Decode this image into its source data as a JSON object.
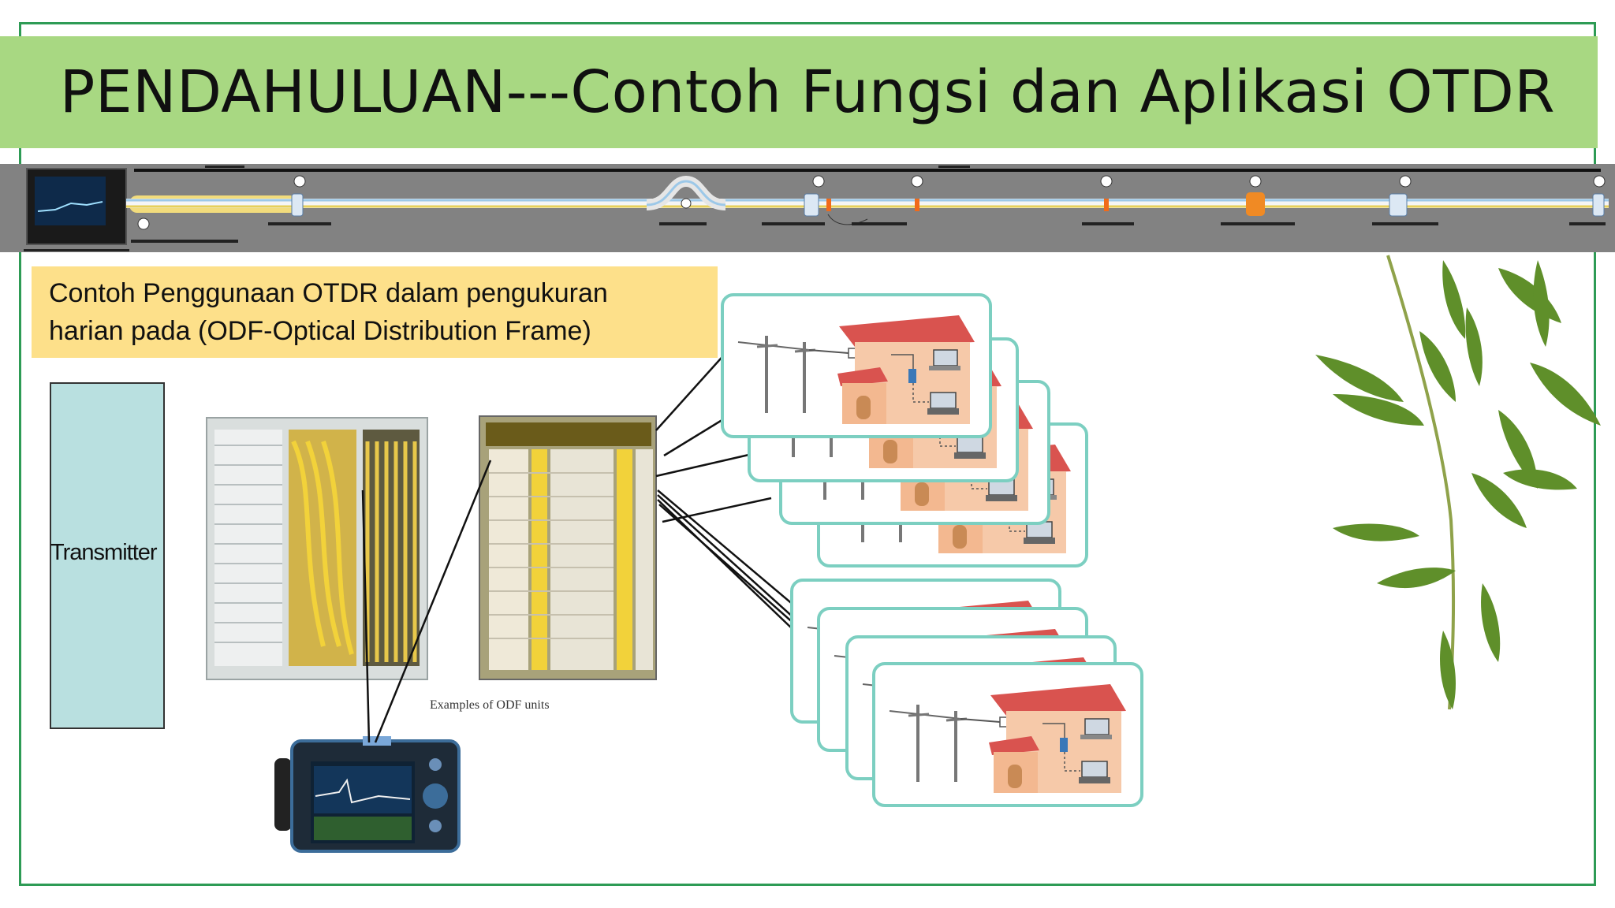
{
  "slide": {
    "title": "PENDAHULUAN---Contoh Fungsi dan Aplikasi OTDR",
    "note_lines": [
      "Contoh Penggunaan OTDR dalam pengukuran",
      "harian pada (ODF-Optical Distribution Frame)"
    ],
    "transmitter_label": "Transmitter",
    "odf_caption": "Examples of ODF units"
  },
  "colors": {
    "title_band": "#a8d882",
    "frame_border": "#2e9b55",
    "note_fill": "#fde08a",
    "transmitter_fill": "#b9e0e0",
    "fiber_yellow": "#e8c84a",
    "house_roof": "#d9534f",
    "house_wall": "#f6c9a9",
    "card_border": "#7ccfc1"
  },
  "icons": [
    "otdr-device-icon",
    "odf-cabinet-image",
    "odf-rack-image",
    "house-network-icon",
    "bamboo-leaves-image"
  ]
}
